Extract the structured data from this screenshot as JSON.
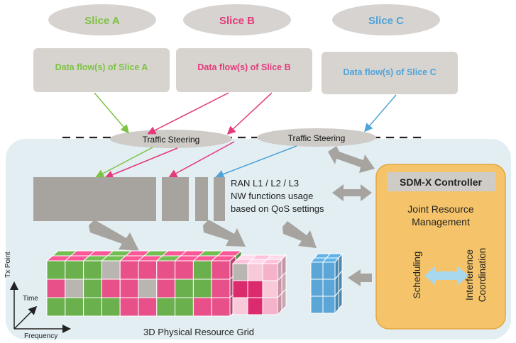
{
  "slices": [
    {
      "name": "Slice A",
      "flow": "Data flow(s) of Slice A",
      "color": "#7dc242"
    },
    {
      "name": "Slice B",
      "flow": "Data flow(s) of Slice B",
      "color": "#e5397a"
    },
    {
      "name": "Slice C",
      "flow": "Data flow(s) of Slice C",
      "color": "#4fa3d9"
    }
  ],
  "steering": [
    "Traffic Steering",
    "Traffic Steering"
  ],
  "ran": {
    "line1": "RAN L1 / L2 / L3",
    "line2": "NW functions usage",
    "line3": "based on QoS settings"
  },
  "controller": {
    "title": "SDM-X Controller",
    "joint1": "Joint Resource",
    "joint2": "Management",
    "scheduling": "Scheduling",
    "interference1": "Interference",
    "interference2": "Coordination"
  },
  "grid_label": "3D Physical Resource Grid",
  "axes": {
    "tx": "Tx Point",
    "time": "Time",
    "frequency": "Frequency"
  },
  "colors": {
    "ellipse": "#d6d3d0",
    "box": "#d7d4d0",
    "panel": "#e2eef2",
    "controller": "#f5c46a",
    "controller_border": "#e3a640",
    "bar": "#a7a49f",
    "green": "#6ab04c",
    "pink": "#e8508a",
    "light_pink": "#f5b3cb",
    "blue": "#5aa6d6"
  }
}
